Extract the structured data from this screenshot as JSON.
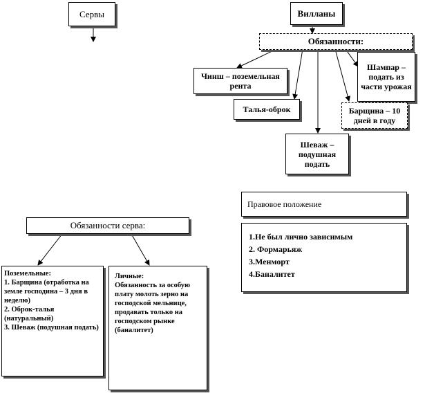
{
  "serfs": {
    "title": "Сервы"
  },
  "villans": {
    "title": "Вилланы",
    "duties_title": "Обязанности:",
    "duties": {
      "chinsh": "Чинш – поземельная рента",
      "talya": "Талья-оброк",
      "shamper": "Шампар – подать из части урожая",
      "barshchina": "Барщина – 10 дней в году",
      "shevazh": "Шеваж – подушная подать"
    }
  },
  "serf_duties": {
    "title": "Обязанности серва:",
    "land": {
      "heading": "Поземельные:",
      "items": [
        "1. Барщина (отработка на земле господина – 3 дня в неделю)",
        "2. Оброк-талья (натуральный)",
        "3. Шеваж (подушная подать)"
      ]
    },
    "personal": {
      "heading": "Личные:",
      "text": "Обязанность за особую плату молоть зерно на господской мельнице, продавать только на господском рынке (баналитет)"
    }
  },
  "legal": {
    "title": "Правовое положение",
    "items": [
      "1.Не был лично зависимым",
      "2. Формарьяж",
      "3.Менморт",
      "4.Баналитет"
    ]
  }
}
